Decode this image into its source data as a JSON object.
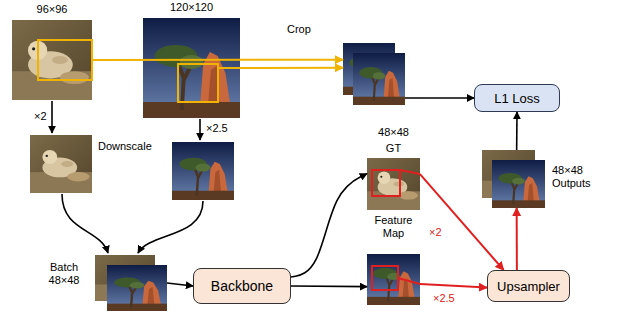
{
  "diagram": {
    "nodes": [
      {
        "text": [
          "96×96"
        ]
      },
      {
        "text": [
          "120×120"
        ]
      },
      {
        "text": [
          "Crop"
        ]
      },
      {
        "text": [
          "L1 Loss"
        ]
      },
      {
        "text": [
          "Batch 48×48"
        ]
      },
      {
        "text": [
          "Backbone"
        ]
      },
      {
        "text": [
          "48×48",
          "GT"
        ]
      },
      {
        "text": [
          "Feature Map"
        ]
      },
      {
        "text": [
          "Upsampler"
        ]
      },
      {
        "text": [
          "48×48 Outputs"
        ]
      }
    ],
    "edges": [
      {
        "from": 0,
        "to": 2,
        "arrow": "to"
      },
      {
        "from": 1,
        "to": 2,
        "arrow": "to"
      },
      {
        "from": 2,
        "to": 3,
        "arrow": "to"
      },
      {
        "from": 4,
        "to": 5,
        "arrow": "to"
      },
      {
        "from": 5,
        "to": 6,
        "arrow": "to"
      },
      {
        "from": 5,
        "to": 7,
        "arrow": "to"
      },
      {
        "from": 6,
        "to": 8,
        "label": "×2",
        "arrow": "to"
      },
      {
        "from": 7,
        "to": 8,
        "label": "×2.5",
        "arrow": "to"
      },
      {
        "from": 8,
        "to": 9,
        "arrow": "to"
      },
      {
        "from": 9,
        "to": 3,
        "arrow": "to"
      }
    ],
    "labels": [
      "×2",
      "Downscale",
      "×2.5"
    ]
  }
}
